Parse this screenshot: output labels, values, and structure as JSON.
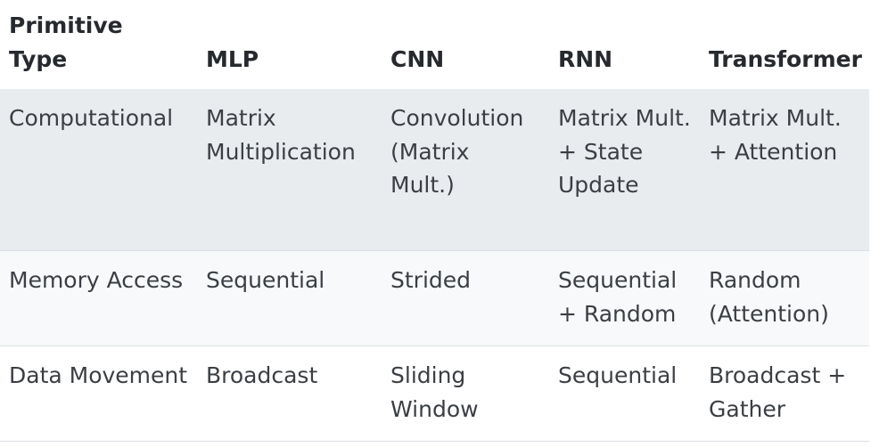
{
  "table": {
    "headers": [
      "Primitive Type",
      "MLP",
      "CNN",
      "RNN",
      "Transformer"
    ],
    "rows": [
      [
        "Computational",
        "Matrix Multiplication",
        "Convolution (Matrix Mult.)",
        "Matrix Mult. + State Update",
        "Matrix Mult. + Attention"
      ],
      [
        "Memory Access",
        "Sequential",
        "Strided",
        "Sequential + Random",
        "Random (Attention)"
      ],
      [
        "Data Movement",
        "Broadcast",
        "Sliding Window",
        "Sequential",
        "Broadcast + Gather"
      ]
    ]
  },
  "colors": {
    "header_bg": "#ffffff",
    "row_shaded": "#e9ecef",
    "row_light": "#f8f9fa",
    "text": "#3b3f44"
  }
}
